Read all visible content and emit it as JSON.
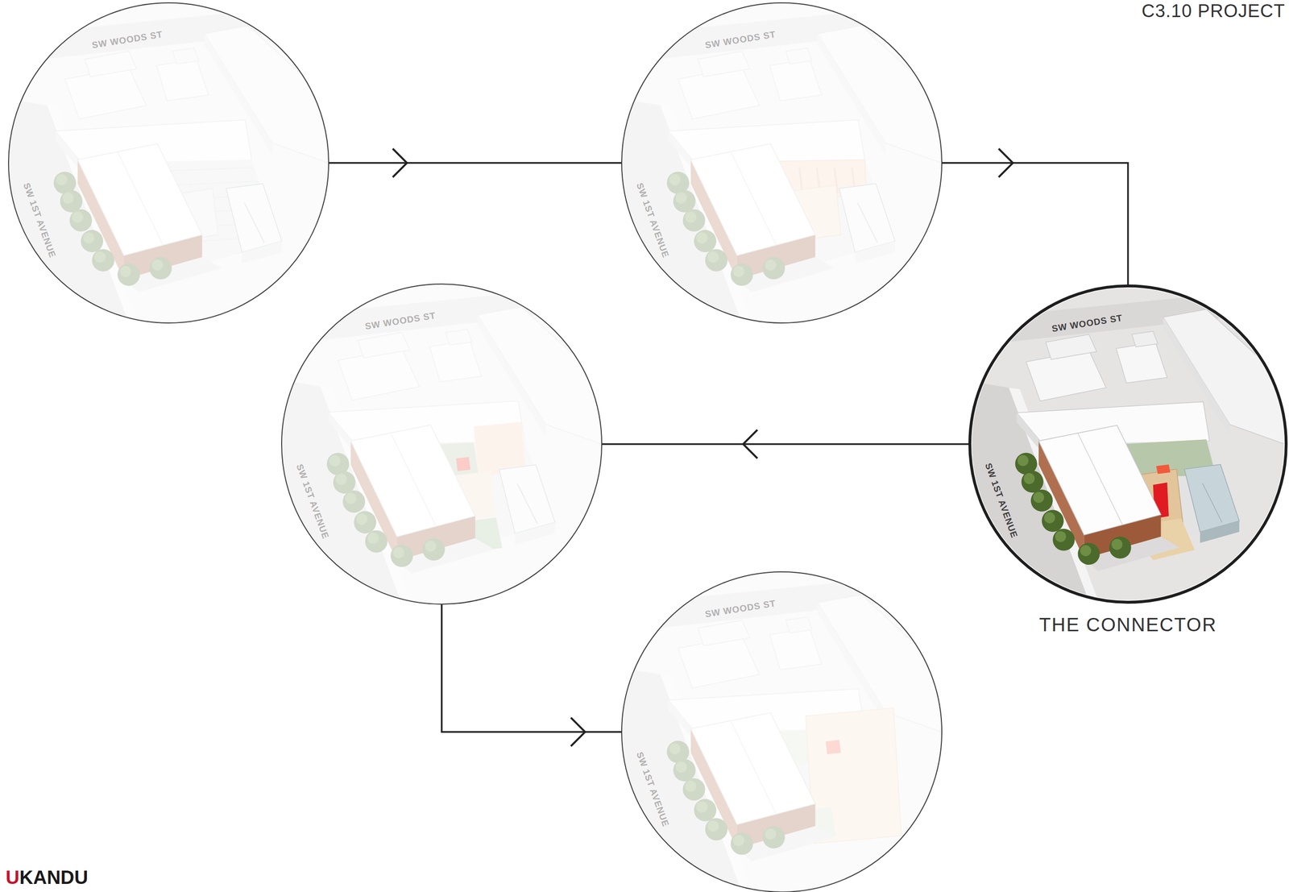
{
  "diagram": {
    "nodes": [
      {
        "text": [
          "SW WOODS ST",
          "SW 1ST AVENUE"
        ]
      },
      {
        "text": [
          "SW WOODS ST",
          "SW 1ST AVENUE"
        ]
      },
      {
        "text": [
          "SW WOODS ST",
          "SW 1ST AVENUE"
        ]
      },
      {
        "text": [
          "SW WOODS ST",
          "SW 1ST AVENUE",
          "THE CONNECTOR"
        ]
      },
      {
        "text": [
          "SW WOODS ST",
          "SW 1ST AVENUE"
        ]
      }
    ],
    "edges": [
      {
        "from": 0,
        "to": 1,
        "arrow": "to"
      },
      {
        "from": 1,
        "to": 3,
        "arrow": "to"
      },
      {
        "from": 3,
        "to": 2,
        "arrow": "to"
      },
      {
        "from": 2,
        "to": 4,
        "arrow": "to"
      }
    ],
    "labels": [
      "C3.10 PROJECT",
      "UKANDU"
    ]
  }
}
